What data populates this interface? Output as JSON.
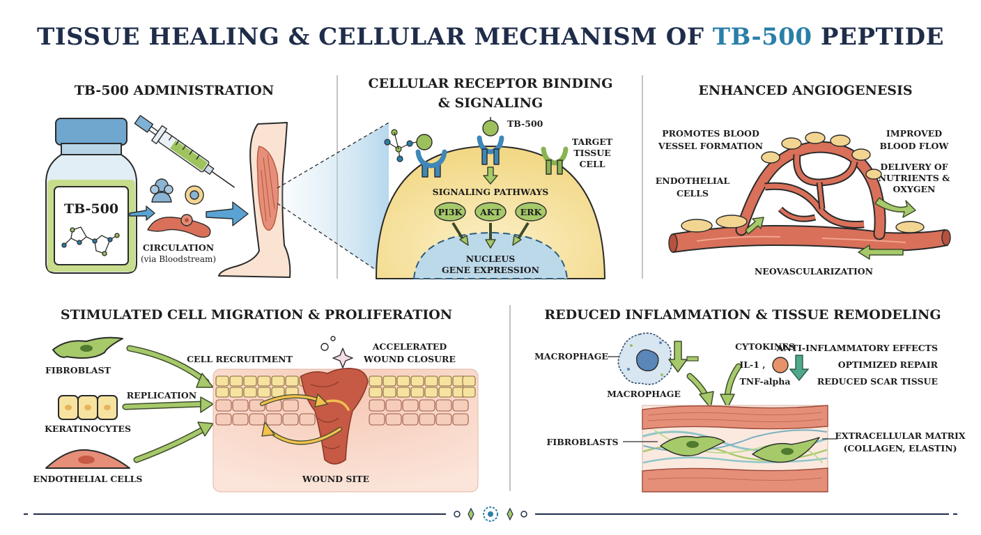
{
  "header": {
    "title_part1": "TISSUE HEALING & CELLULAR MECHANISM OF ",
    "title_accent": "TB-500",
    "title_part2": " PEPTIDE"
  },
  "admin": {
    "title": "TB-500 ADMINISTRATION",
    "vial_label": "TB-500",
    "circulation": "CIRCULATION",
    "circulation_sub": "(via Bloodstream)"
  },
  "receptor": {
    "title_line1": "CELLULAR RECEPTOR BINDING",
    "title_line2": "& SIGNALING",
    "tb500_label": "TB-500",
    "target_line1": "TARGET",
    "target_line2": "TISSUE",
    "target_line3": "CELL",
    "signaling": "SIGNALING PATHWAYS",
    "pathways": [
      "PI3K",
      "AKT",
      "ERK"
    ],
    "nucleus": "NUCLEUS",
    "gene_expression": "GENE EXPRESSION"
  },
  "angio": {
    "title": "ENHANCED ANGIOGENESIS",
    "promotes_line1": "PROMOTES BLOOD",
    "promotes_line2": "VESSEL FORMATION",
    "improved_line1": "IMPROVED",
    "improved_line2": "BLOOD FLOW",
    "delivery_line1": "DELIVERY OF",
    "delivery_line2": "NUTRIENTS &",
    "delivery_line3": "OXYGEN",
    "endothelial_line1": "ENDOTHELIAL",
    "endothelial_line2": "CELLS",
    "neovascularization": "NEOVASCULARIZATION"
  },
  "migration": {
    "title": "STIMULATED CELL MIGRATION & PROLIFERATION",
    "fibroblast": "FIBROBLAST",
    "replication": "REPLICATION",
    "keratinocytes": "KERATINOCYTES",
    "endothelial": "ENDOTHELIAL CELLS",
    "recruitment": "CELL RECRUITMENT",
    "accelerated_line1": "ACCELERATED",
    "accelerated_line2": "WOUND CLOSURE",
    "wound_site": "WOUND SITE"
  },
  "inflammation": {
    "title": "REDUCED INFLAMMATION & TISSUE REMODELING",
    "macrophage_left": "MACROPHAGE",
    "macrophage_below": "MACROPHAGE",
    "cytokines": "CYTOKINES",
    "il1": "IL-1 ,",
    "tnf": "TNF-alpha",
    "effect1": "ANTI-INFLAMMATORY EFFECTS",
    "effect2": "OPTIMIZED REPAIR",
    "effect3": "REDUCED SCAR TISSUE",
    "fibroblasts": "FIBROBLASTS",
    "ecm_line1": "EXTRACELLULAR MATRIX",
    "ecm_line2": "(COLLAGEN, ELASTIN)"
  },
  "colors": {
    "title_navy": "#1f2d4a",
    "title_accent": "#2a7fa8",
    "arrow_green": "#a6c96a",
    "vessel_red": "#d9705a",
    "cell_yellow": "#f6e3a0",
    "nucleus_blue": "#bcd9ea"
  }
}
